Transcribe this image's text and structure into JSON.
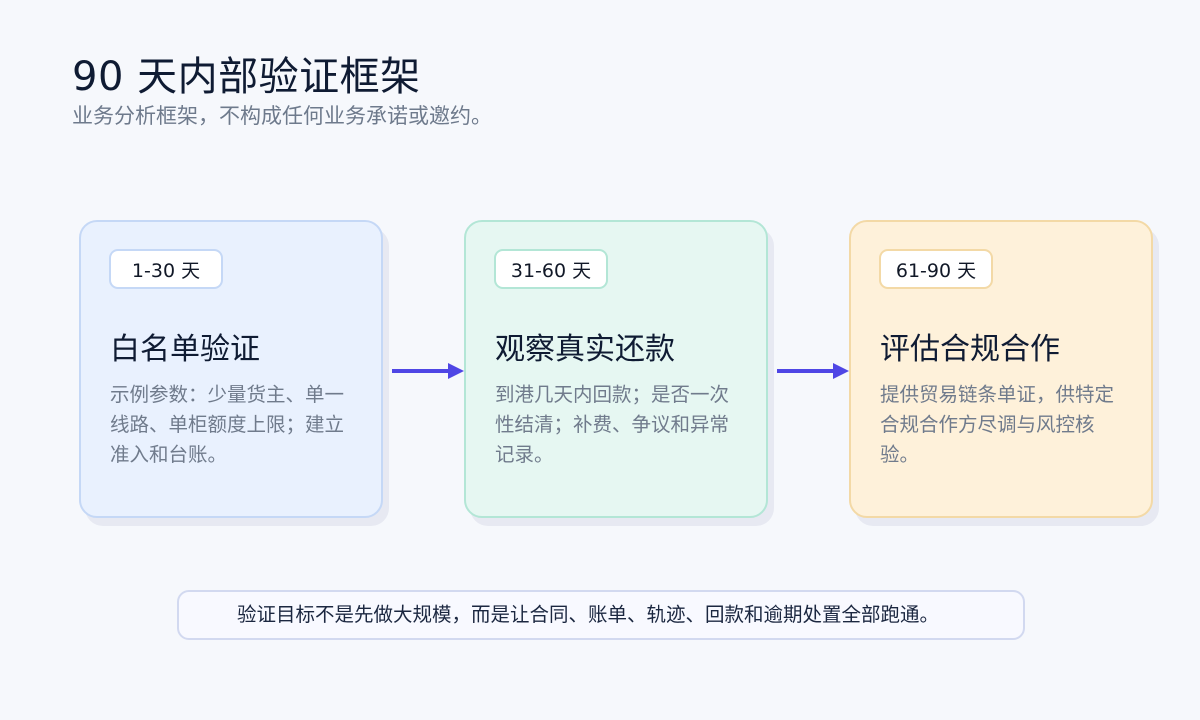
{
  "header": {
    "title": "90 天内部验证框架",
    "subtitle": "业务分析框架，不构成任何业务承诺或邀约。"
  },
  "stages": [
    {
      "badge": "1-30 天",
      "title": "白名单验证",
      "description": "示例参数：少量货主、单一线路、单柜额度上限；建立准入和台账。"
    },
    {
      "badge": "31-60 天",
      "title": "观察真实还款",
      "description": "到港几天内回款；是否一次性结清；补费、争议和异常记录。"
    },
    {
      "badge": "61-90 天",
      "title": "评估合规合作",
      "description": "提供贸易链条单证，供特定合规合作方尽调与风控核验。"
    }
  ],
  "note": "验证目标不是先做大规模，而是让合同、账单、轨迹、回款和逾期处置全部跑通。",
  "colors": {
    "arrow": "#4f46e5",
    "card_1": "#e9f1fe",
    "card_2": "#e6f7f2",
    "card_3": "#fef1da"
  }
}
